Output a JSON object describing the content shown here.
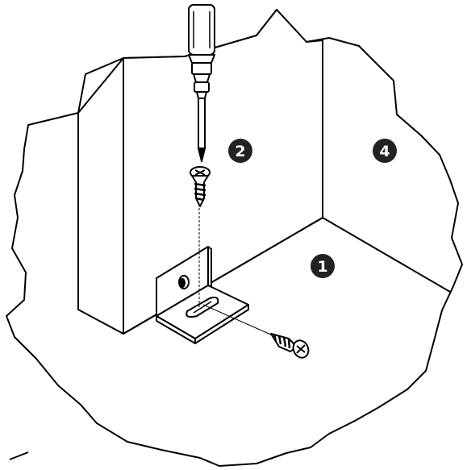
{
  "diagram": {
    "part_labels": [
      {
        "id": "panel-1",
        "text": "1"
      },
      {
        "id": "panel-2",
        "text": "2"
      },
      {
        "id": "panel-4",
        "text": "4"
      }
    ],
    "tool_icon": "screwdriver-icon",
    "fastener_icons": [
      "screw-icon",
      "screw-icon"
    ],
    "bracket_icon": "l-bracket-icon",
    "colors": {
      "line": "#000000",
      "background": "#ffffff",
      "badge_fill": "#222222",
      "badge_text": "#ffffff"
    }
  }
}
